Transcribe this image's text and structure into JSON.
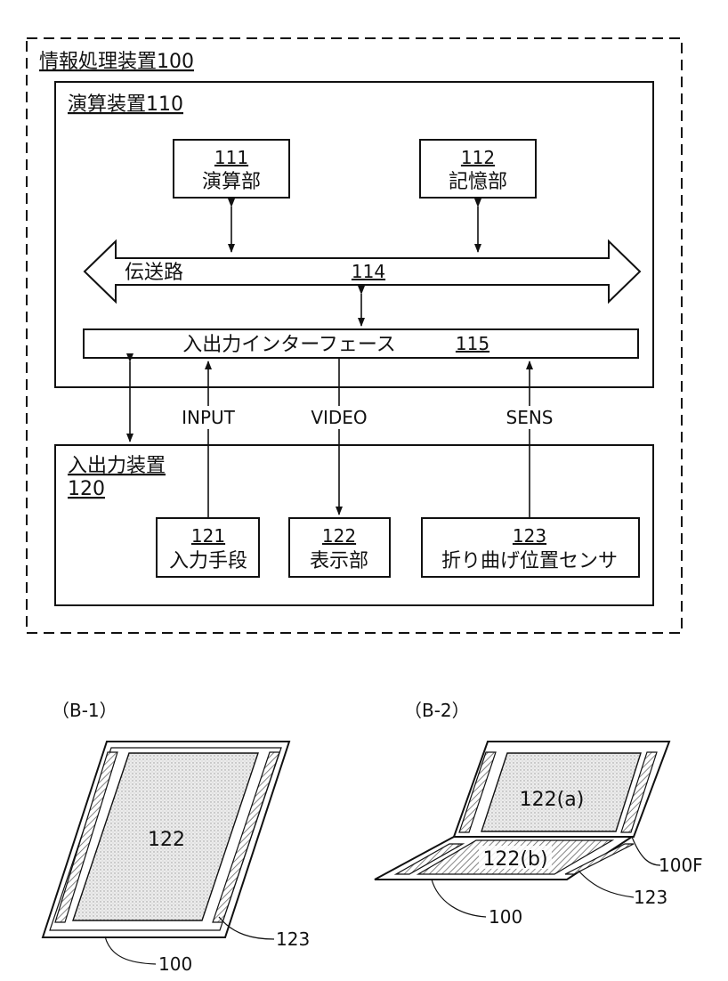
{
  "colors": {
    "ink": "#111111",
    "fill_light": "#e6e6e6",
    "hatch": "#7a7a7a"
  },
  "device": {
    "title": "情報処理装置100"
  },
  "arith": {
    "title": "演算装置110"
  },
  "unit111": {
    "num": "111",
    "name": "演算部"
  },
  "unit112": {
    "num": "112",
    "name": "記憶部"
  },
  "bus": {
    "name": "伝送路",
    "num": "114"
  },
  "io_if": {
    "name": "入出力インターフェース",
    "num": "115"
  },
  "signals": {
    "input": "INPUT",
    "video": "VIDEO",
    "sens": "SENS"
  },
  "io_dev": {
    "title": "入出力装置",
    "num": "120"
  },
  "unit121": {
    "num": "121",
    "name": "入力手段"
  },
  "unit122": {
    "num": "122",
    "name": "表示部"
  },
  "unit123": {
    "num": "123",
    "name": "折り曲げ位置センサ"
  },
  "b1": {
    "caption": "（B-1）",
    "display": "122",
    "device": "100",
    "sensor": "123"
  },
  "b2": {
    "caption": "（B-2）",
    "upper": "122(a)",
    "lower": "122(b)",
    "fold": "100F",
    "sensor": "123",
    "device": "100"
  }
}
